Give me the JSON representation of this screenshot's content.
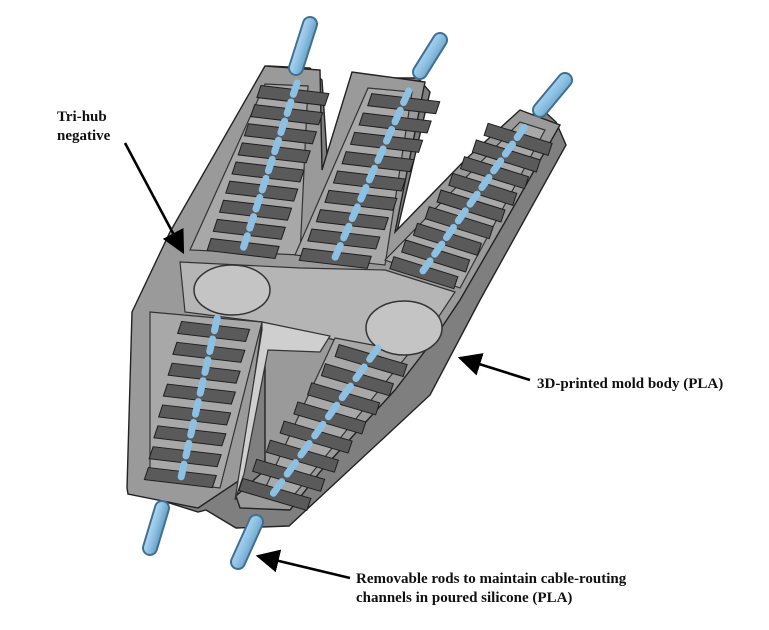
{
  "annotations": {
    "tri_hub": [
      "Tri-hub",
      "negative"
    ],
    "mold_body": "3D-printed mold body (PLA)",
    "rods": [
      "Removable rods to maintain cable-routing",
      "channels in poured silicone (PLA)"
    ]
  },
  "colors": {
    "mold_top": "#9a9a9a",
    "mold_side": "#7f7f7f",
    "mold_inner": "#a8a8a8",
    "slot_floor": "#c4c4c4",
    "fin": "#5a5a5a",
    "rod": "#8cc1e4",
    "rod_edge": "#3f6f91",
    "outline": "#222222",
    "arrow": "#000000"
  }
}
